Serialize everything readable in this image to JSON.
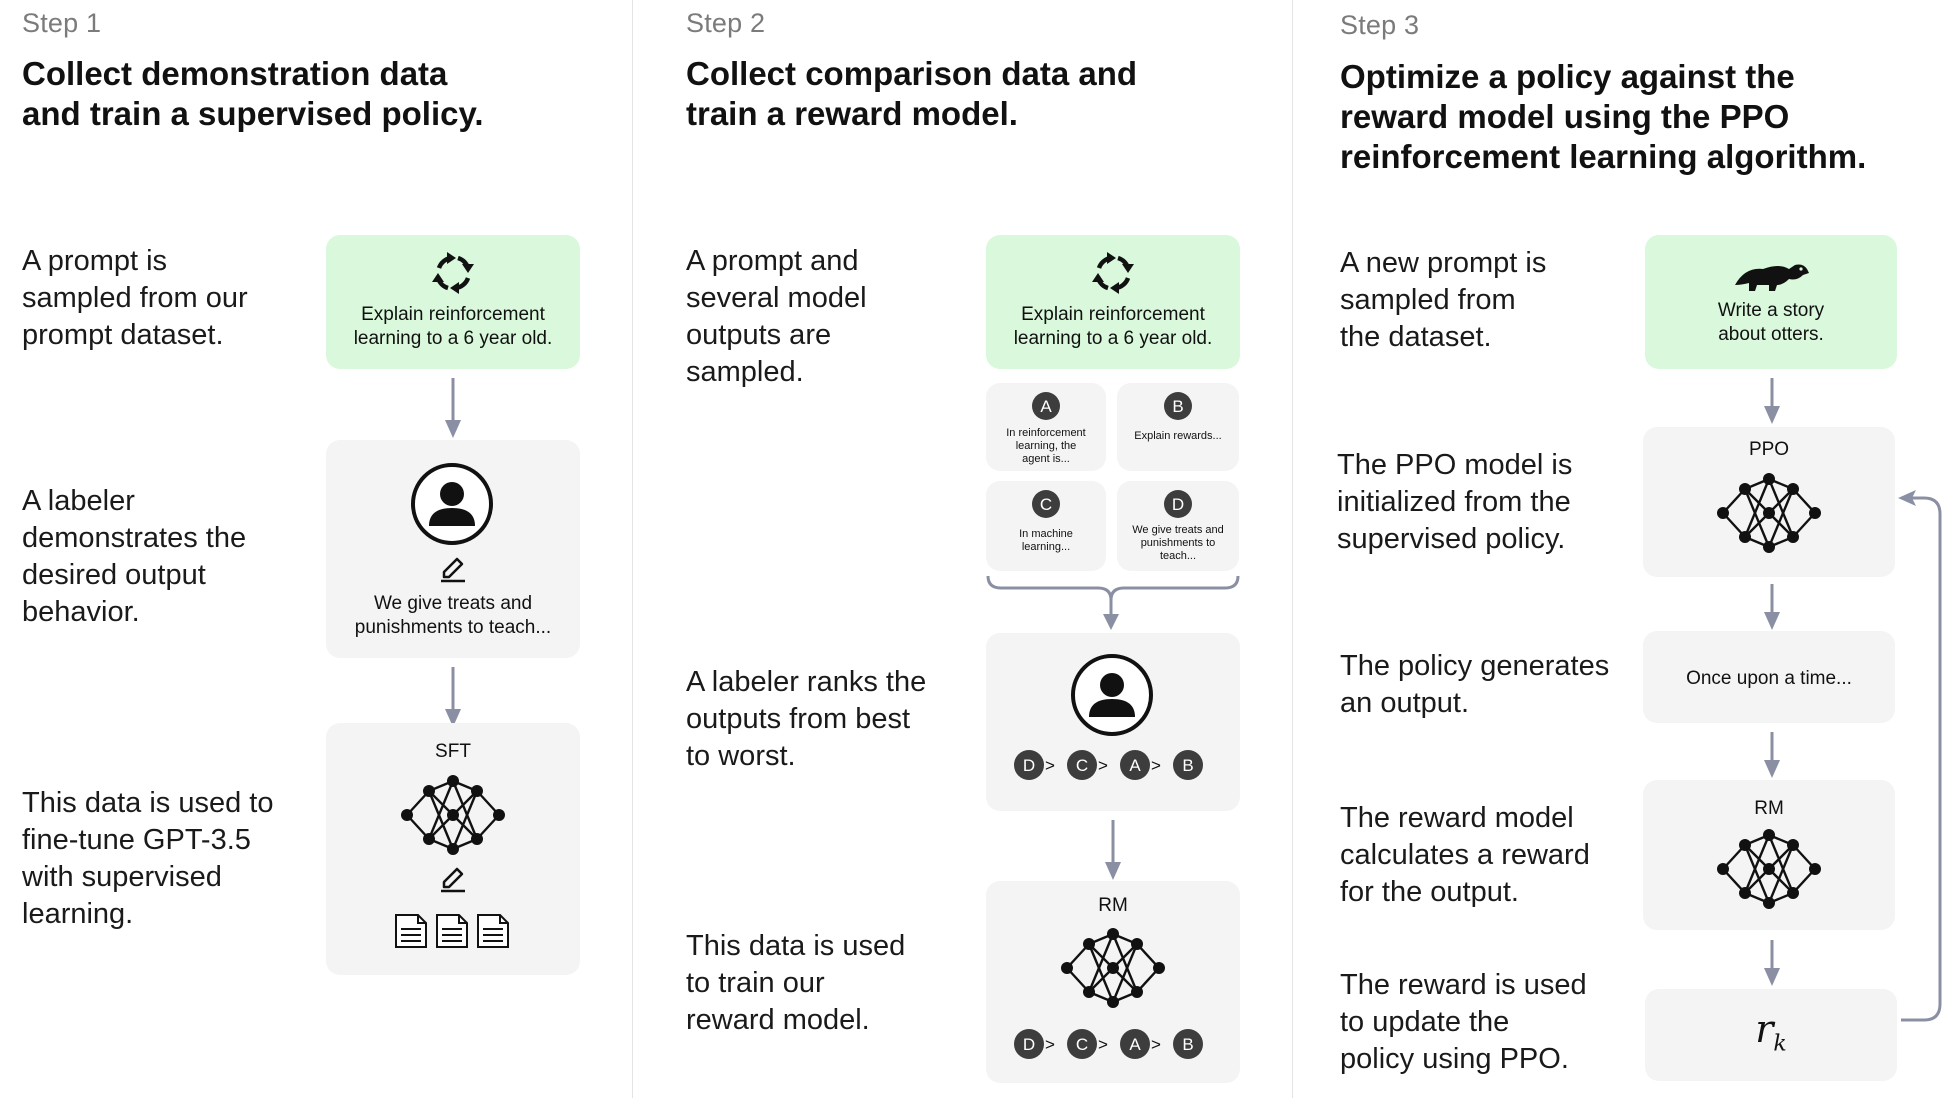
{
  "step1": {
    "label": "Step 1",
    "title_l1": "Collect demonstration data",
    "title_l2": "and train a supervised policy.",
    "desc1": [
      "A prompt is",
      "sampled from our",
      "prompt dataset."
    ],
    "desc2": [
      "A labeler",
      "demonstrates the",
      "desired output",
      "behavior."
    ],
    "desc3": [
      "This data is used to",
      "fine-tune GPT-3.5",
      "with supervised",
      "learning."
    ],
    "prompt_box": [
      "Explain reinforcement",
      "learning to a 6 year old."
    ],
    "labeler_box": [
      "We give treats and",
      "punishments to teach..."
    ],
    "model_label": "SFT"
  },
  "step2": {
    "label": "Step 2",
    "title_l1": "Collect comparison data and",
    "title_l2": "train a reward model.",
    "desc1": [
      "A prompt and",
      "several model",
      "outputs are",
      "sampled."
    ],
    "desc2": [
      "A labeler ranks the",
      "outputs from best",
      "to worst."
    ],
    "desc3": [
      "This data is used",
      "to train our",
      "reward model."
    ],
    "prompt_box": [
      "Explain reinforcement",
      "learning to a 6 year old."
    ],
    "outputs": [
      {
        "letter": "A",
        "text": [
          "In reinforcement",
          "learning, the",
          "agent is..."
        ]
      },
      {
        "letter": "B",
        "text": [
          "Explain rewards..."
        ]
      },
      {
        "letter": "C",
        "text": [
          "In machine",
          "learning..."
        ]
      },
      {
        "letter": "D",
        "text": [
          "We give treats and",
          "punishments to",
          "teach..."
        ]
      }
    ],
    "ranking": [
      "D",
      "C",
      "A",
      "B"
    ],
    "ranking_sep": ">",
    "model_label": "RM"
  },
  "step3": {
    "label": "Step 3",
    "title_l1": "Optimize a policy against the",
    "title_l2": "reward model using the PPO",
    "title_l3": "reinforcement learning algorithm.",
    "desc1": [
      "A new prompt is",
      "sampled from",
      "the dataset."
    ],
    "desc2": [
      "The PPO model is",
      "initialized from the",
      "supervised policy."
    ],
    "desc3": [
      "The policy generates",
      "an output."
    ],
    "desc4": [
      "The reward model",
      "calculates a reward",
      "for the output."
    ],
    "desc5": [
      "The reward is used",
      "to update the",
      "policy using PPO."
    ],
    "prompt_box": [
      "Write a story",
      "about otters."
    ],
    "ppo_label": "PPO",
    "output_text": "Once upon a time...",
    "rm_label": "RM",
    "reward_symbol": "r",
    "reward_sub": "k"
  },
  "colors": {
    "prompt_green": "#d9f8dc",
    "box_gray": "#f4f4f4",
    "arrow": "#8b8fa3",
    "badge": "#3d3d3d"
  },
  "icons": [
    "refresh-icon",
    "person-icon",
    "pencil-icon",
    "neural-net-icon",
    "document-icon",
    "otter-icon"
  ]
}
